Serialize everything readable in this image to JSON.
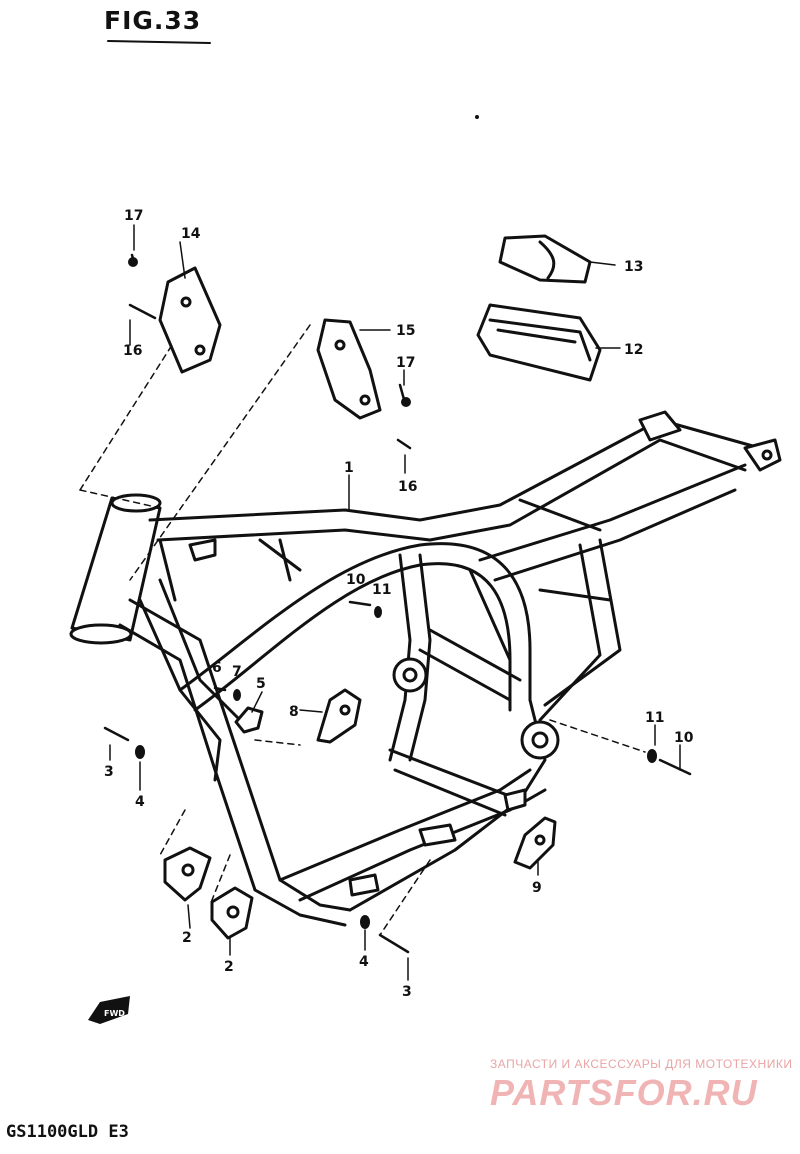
{
  "figure": {
    "title": "FIG.33",
    "model": "GS1100GLD E3"
  },
  "watermark": {
    "tagline": "ЗАПЧАСТИ И АКСЕССУАРЫ ДЛЯ МОТОТЕХНИКИ",
    "logo": "PARTSFOR.RU"
  },
  "forward_marker": "FWD",
  "callouts": [
    {
      "id": "c17a",
      "label": "17"
    },
    {
      "id": "c14",
      "label": "14"
    },
    {
      "id": "c16a",
      "label": "16"
    },
    {
      "id": "c15",
      "label": "15"
    },
    {
      "id": "c17b",
      "label": "17"
    },
    {
      "id": "c16b",
      "label": "16"
    },
    {
      "id": "c13",
      "label": "13"
    },
    {
      "id": "c12",
      "label": "12"
    },
    {
      "id": "c1",
      "label": "1"
    },
    {
      "id": "c10a",
      "label": "10"
    },
    {
      "id": "c11a",
      "label": "11"
    },
    {
      "id": "c6",
      "label": "6"
    },
    {
      "id": "c7",
      "label": "7"
    },
    {
      "id": "c5",
      "label": "5"
    },
    {
      "id": "c8",
      "label": "8"
    },
    {
      "id": "c3a",
      "label": "3"
    },
    {
      "id": "c4a",
      "label": "4"
    },
    {
      "id": "c11b",
      "label": "11"
    },
    {
      "id": "c10b",
      "label": "10"
    },
    {
      "id": "c9",
      "label": "9"
    },
    {
      "id": "c2a",
      "label": "2"
    },
    {
      "id": "c2b",
      "label": "2"
    },
    {
      "id": "c4b",
      "label": "4"
    },
    {
      "id": "c3b",
      "label": "3"
    }
  ]
}
